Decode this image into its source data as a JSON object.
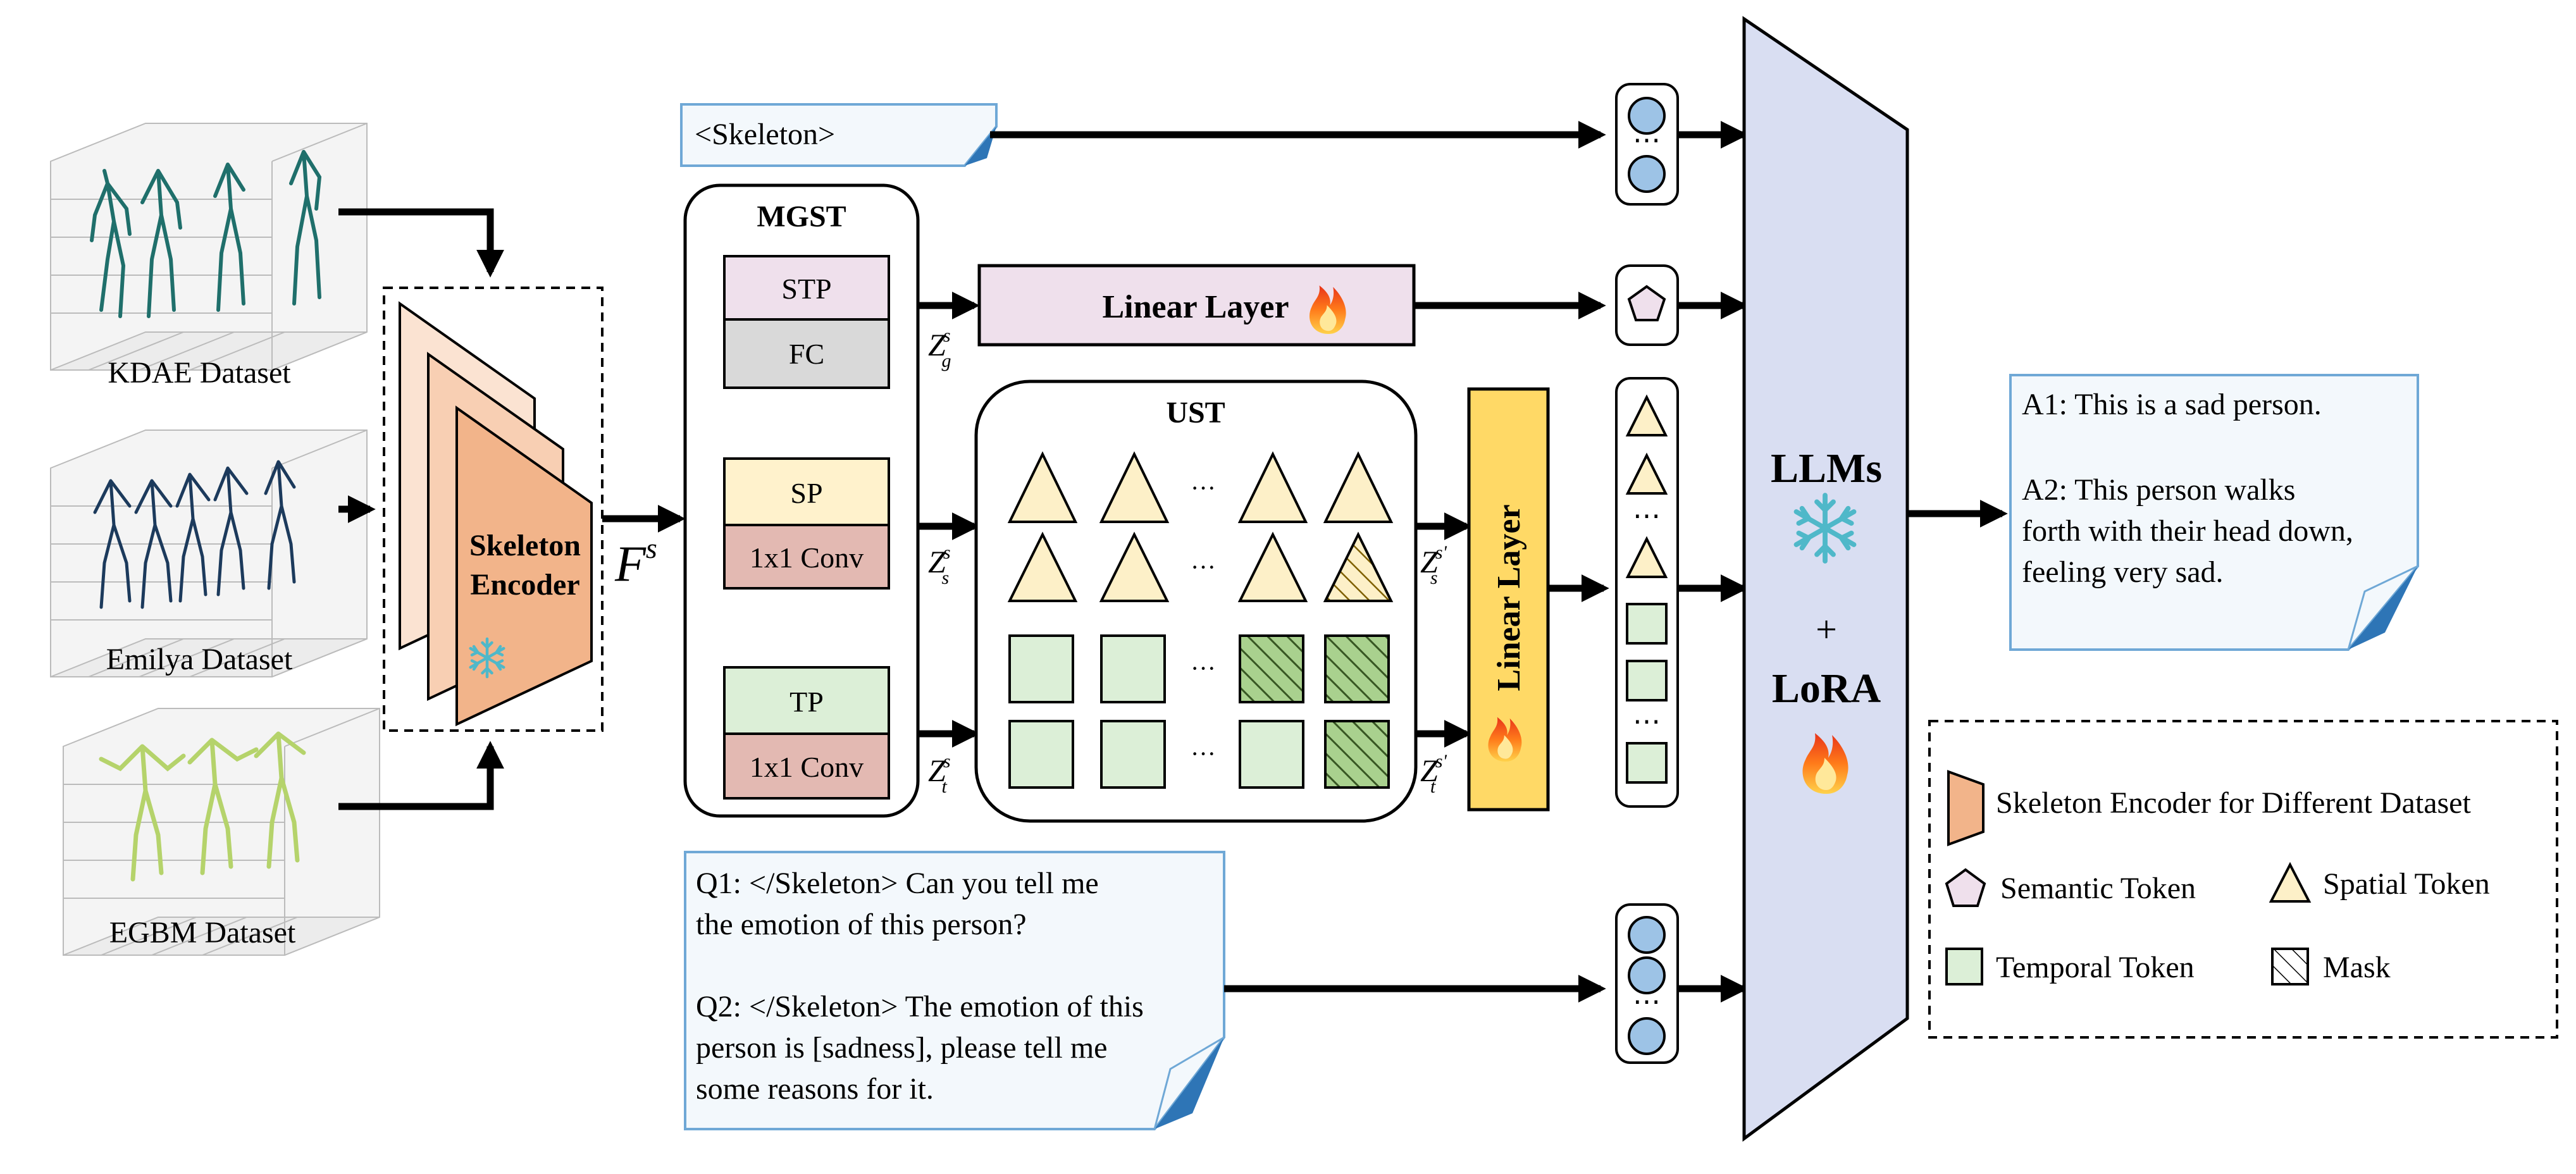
{
  "datasets": {
    "kdae": "KDAE Dataset",
    "emilya": "Emilya Dataset",
    "egbm": "EGBM Dataset"
  },
  "encoder": {
    "line1": "Skeleton",
    "line2": "Encoder"
  },
  "features": {
    "fs_main": "F",
    "fs_sup": "s",
    "z": "Z",
    "g_sub": "g",
    "s_sub": "s",
    "t_sub": "t",
    "s_sup": "s",
    "s_prime_sup": "s'"
  },
  "skeleton_tag": "<Skeleton>",
  "mgst": {
    "title": "MGST",
    "stp": "STP",
    "fc": "FC",
    "sp": "SP",
    "sp_conv": "1x1 Conv",
    "tp": "TP",
    "tp_conv": "1x1 Conv"
  },
  "linear_layer_top": "Linear Layer",
  "linear_layer_vertical": "Linear Layer",
  "ust": {
    "title": "UST",
    "ellipsis": "···"
  },
  "llm": {
    "title": "LLMs",
    "plus": "+",
    "lora": "LoRA"
  },
  "token_ellipsis": "⋯",
  "answer": {
    "a1": "A1: This is a sad person.",
    "a2_line1": "A2: This person walks",
    "a2_line2": "forth with their head down,",
    "a2_line3": "feeling very sad."
  },
  "question": {
    "q1_line1": "Q1:  </Skeleton> Can you tell me",
    "q1_line2": "the emotion of this person?",
    "q2_line1": "Q2: </Skeleton> The emotion of this",
    "q2_line2": "person is [sadness], please tell me",
    "q2_line3": "some reasons for it."
  },
  "legend": {
    "encoder": "Skeleton Encoder for Different Dataset",
    "semantic": "Semantic Token",
    "spatial": "Spatial Token",
    "temporal": "Temporal Token",
    "mask": "Mask"
  },
  "colors": {
    "encoder_front": "#f2b48a",
    "encoder_back": "#fbe3d2",
    "stp_fill": "#efe0ec",
    "fc_fill": "#d9d9d9",
    "sp_fill": "#fff2cc",
    "conv_fill": "#e3b9b2",
    "tp_fill": "#dcefd7",
    "spatial_token": "#fdf0c8",
    "temporal_token": "#dcefd7",
    "linear_vertical": "#ffd966",
    "llm_fill": "#d9def2",
    "note_fill": "#f3f8fc",
    "note_border": "#6fa8d6",
    "node_fill": "#9dc3e6",
    "kdae_skeleton": "#1f6f6b",
    "emilya_skeleton": "#1c3a5c",
    "egbm_skeleton": "#b5d36b"
  }
}
